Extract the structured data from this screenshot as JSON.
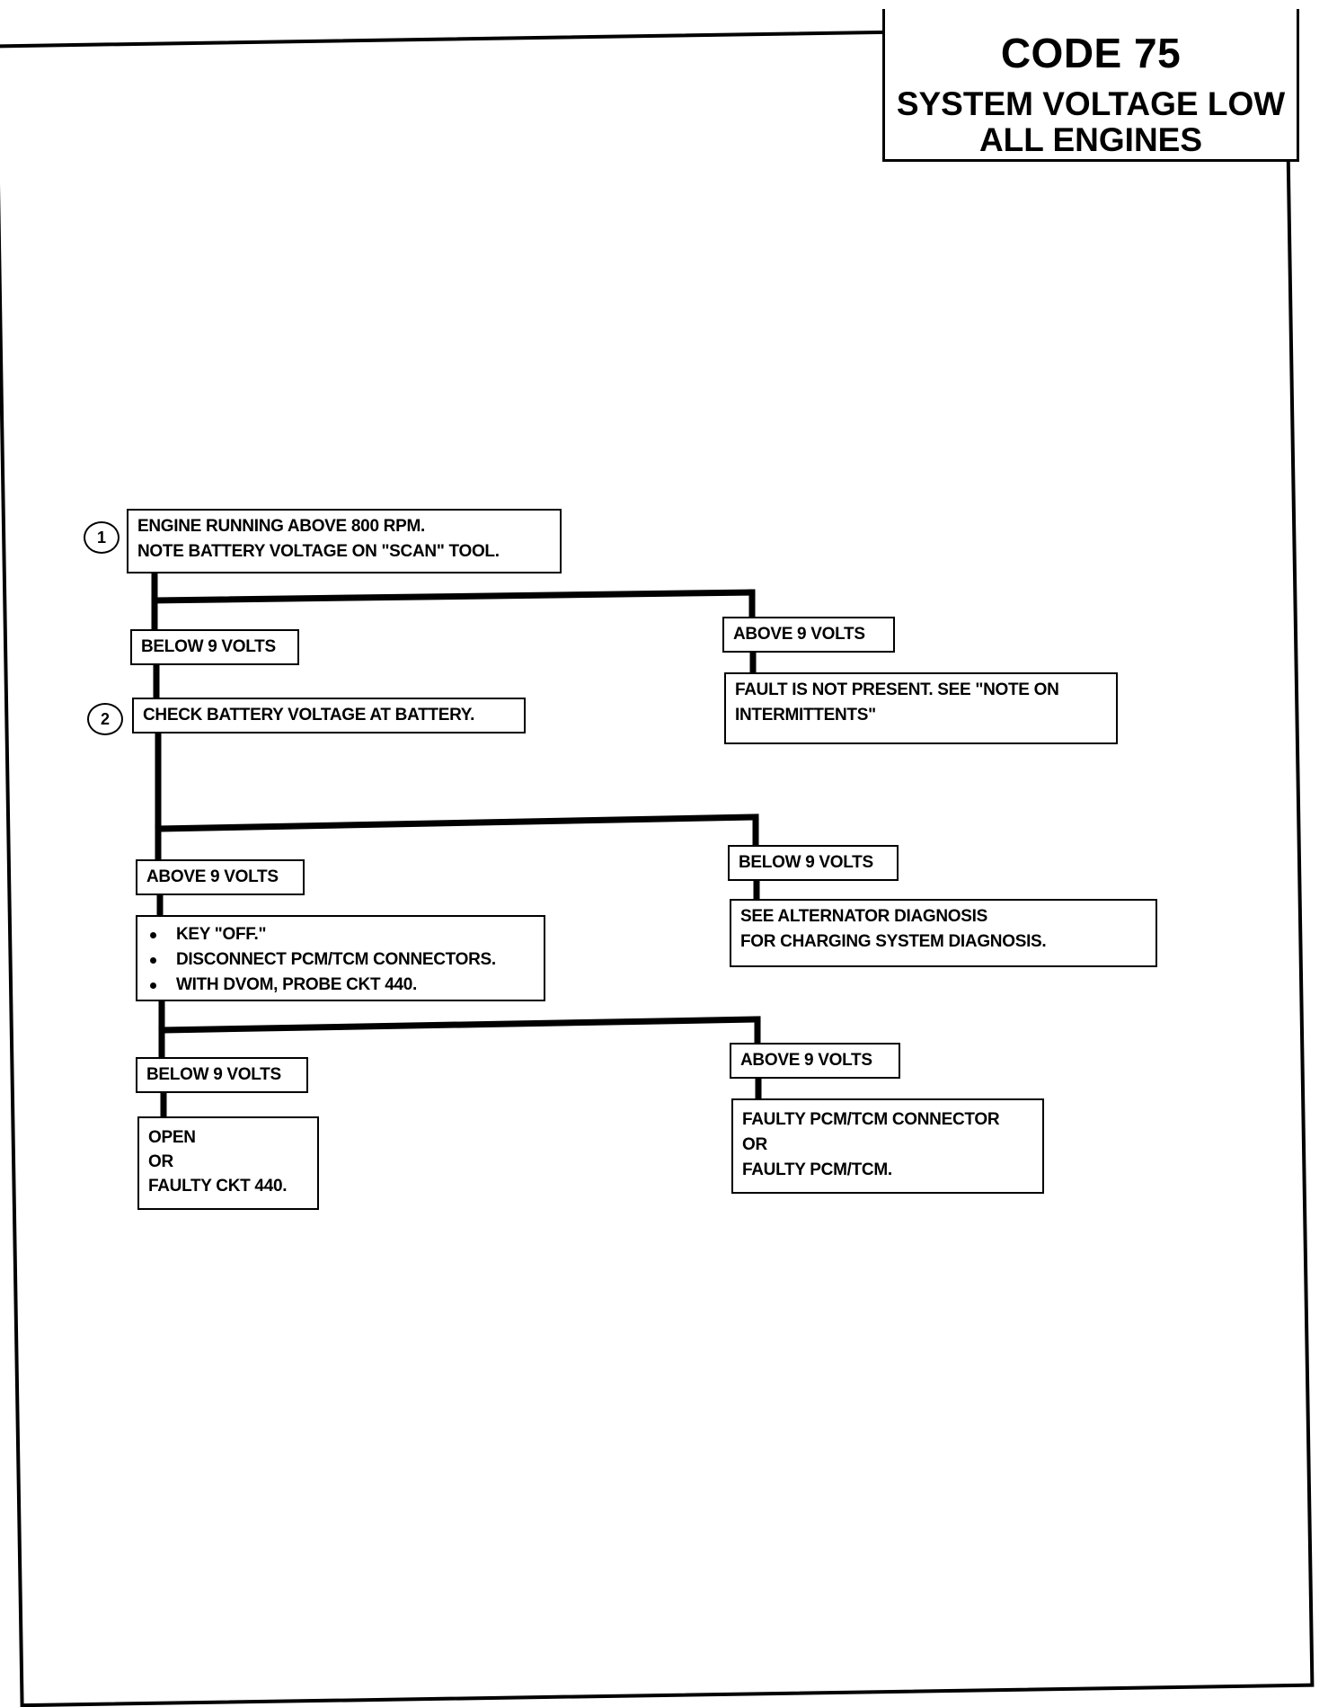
{
  "title": {
    "code": "CODE 75",
    "line1": "SYSTEM VOLTAGE LOW",
    "line2": "ALL ENGINES"
  },
  "steps": {
    "step1": {
      "number": "1",
      "line1": "ENGINE RUNNING ABOVE 800 RPM.",
      "line2": "NOTE BATTERY VOLTAGE ON \"SCAN\" TOOL."
    },
    "step1_left_branch": "BELOW 9 VOLTS",
    "step1_right_branch": "ABOVE 9 VOLTS",
    "step1_right_result": {
      "line1": "FAULT IS NOT PRESENT.  SEE  \"NOTE ON",
      "line2": "INTERMITTENTS\""
    },
    "step2": {
      "number": "2",
      "text": "CHECK BATTERY VOLTAGE AT BATTERY."
    },
    "step2_left_branch": "ABOVE 9 VOLTS",
    "step2_right_branch": "BELOW 9 VOLTS",
    "step2_right_result": {
      "line1": "SEE ALTERNATOR DIAGNOSIS",
      "line2": "FOR CHARGING SYSTEM DIAGNOSIS."
    },
    "step3_bullets": [
      "KEY \"OFF.\"",
      "DISCONNECT PCM/TCM CONNECTORS.",
      "WITH DVOM, PROBE CKT 440."
    ],
    "step3_left_branch": "BELOW 9 VOLTS",
    "step3_right_branch": "ABOVE 9 VOLTS",
    "step3_left_result": {
      "line1": "OPEN",
      "line2": "OR",
      "line3": "FAULTY CKT 440."
    },
    "step3_right_result": {
      "line1": "FAULTY PCM/TCM CONNECTOR",
      "line2": "OR",
      "line3": "FAULTY PCM/TCM."
    }
  }
}
